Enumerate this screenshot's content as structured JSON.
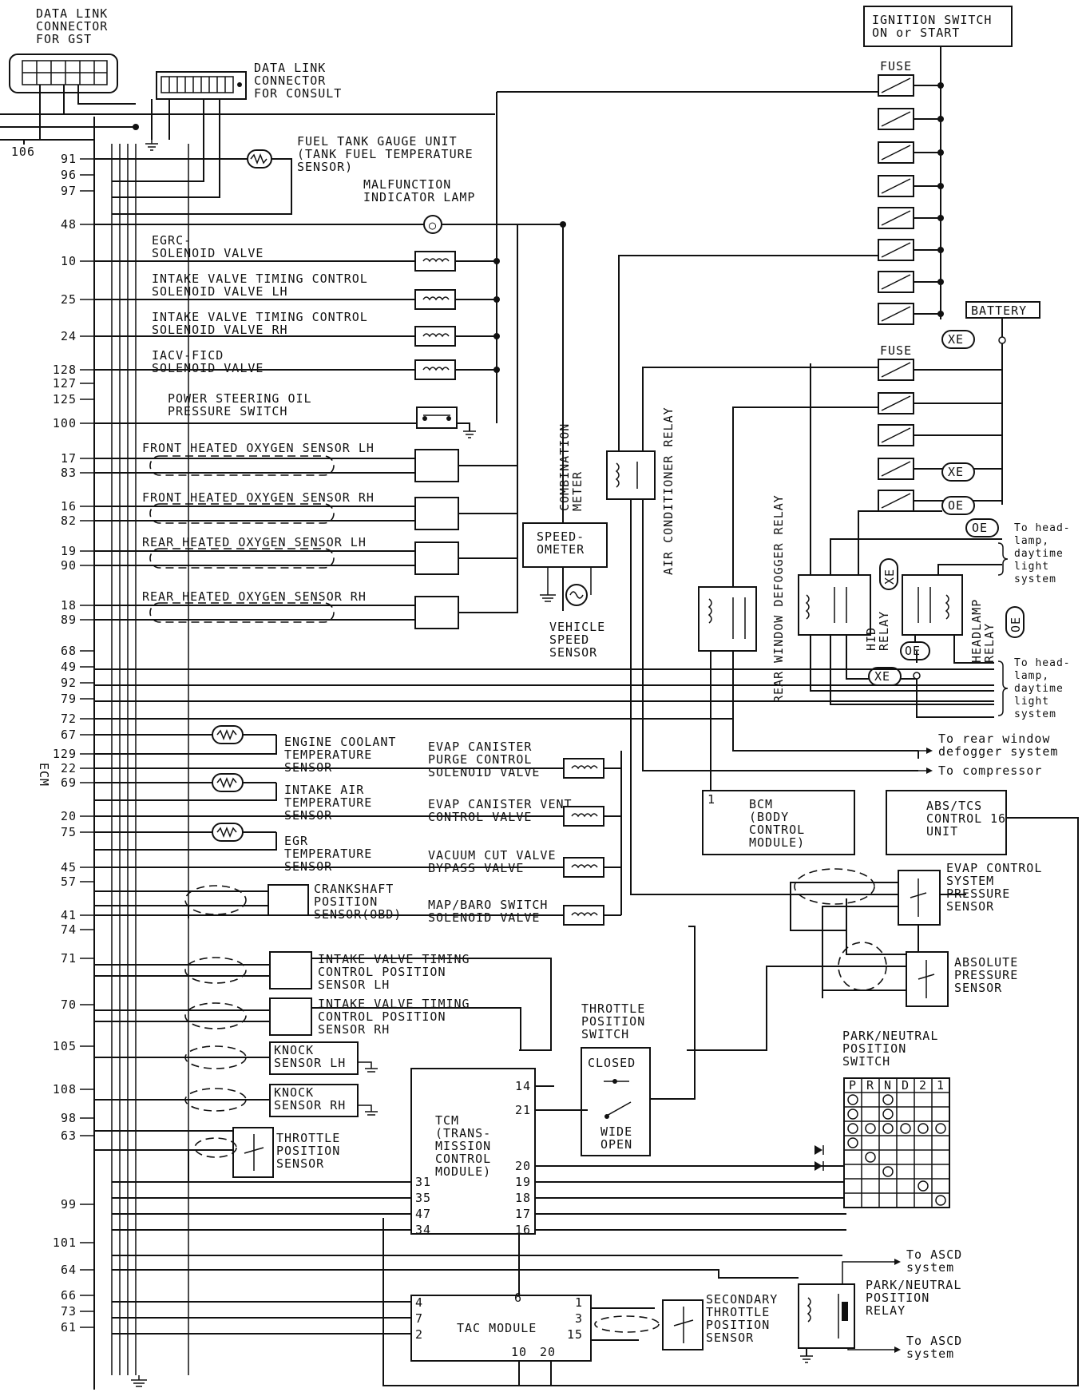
{
  "ecm_label": "ECM",
  "ecm_pins": [
    "106",
    "91",
    "96",
    "97",
    "48",
    "10",
    "25",
    "24",
    "128",
    "127",
    "125",
    "100",
    "17",
    "83",
    "16",
    "82",
    "19",
    "90",
    "18",
    "89",
    "68",
    "49",
    "92",
    "79",
    "72",
    "67",
    "129",
    "22",
    "69",
    "20",
    "75",
    "45",
    "57",
    "41",
    "74",
    "71",
    "70",
    "105",
    "108",
    "98",
    "63",
    "99",
    "101",
    "64",
    "66",
    "73",
    "61"
  ],
  "components": {
    "dlc_gst": "DATA LINK\nCONNECTOR\nFOR GST",
    "dlc_consult": "DATA LINK\nCONNECTOR\nFOR CONSULT",
    "ignition_switch": "IGNITION SWITCH\nON or START",
    "fuse_top": "FUSE",
    "fuse_mid": "FUSE",
    "battery": "BATTERY",
    "fuel_tank": "FUEL TANK GAUGE UNIT\n(TANK FUEL TEMPERATURE\nSENSOR)",
    "mil": "MALFUNCTION\nINDICATOR LAMP",
    "egrc": "EGRC-\nSOLENOID VALVE",
    "ivtc_lh": "INTAKE VALVE TIMING CONTROL\nSOLENOID VALVE LH",
    "ivtc_rh": "INTAKE VALVE TIMING CONTROL\nSOLENOID VALVE RH",
    "iacv": "IACV-FICD\nSOLENOID VALVE",
    "ps_switch": "POWER STEERING OIL\nPRESSURE SWITCH",
    "fho2_lh": "FRONT HEATED OXYGEN SENSOR LH",
    "fho2_rh": "FRONT HEATED OXYGEN SENSOR RH",
    "rho2_lh": "REAR HEATED OXYGEN SENSOR LH",
    "rho2_rh": "REAR HEATED OXYGEN SENSOR RH",
    "combination_meter": "COMBINATION\nMETER",
    "speedometer": "SPEED-\nOMETER",
    "vss": "VEHICLE\nSPEED\nSENSOR",
    "ac_relay": "AIR CONDITIONER RELAY",
    "rwd_relay": "REAR WINDOW DEFOGGER RELAY",
    "hid_relay": "HID\nRELAY",
    "headlamp_relay": "HEADLAMP\nRELAY",
    "xe": "XE",
    "oe": "OE",
    "to_headlamp": "To head-\nlamp,\ndaytime\nlight\nsystem",
    "to_rear_window": "To rear window\ndefogger system",
    "to_compressor": "To compressor",
    "ect": "ENGINE COOLANT\nTEMPERATURE\nSENSOR",
    "iat": "INTAKE AIR\nTEMPERATURE\nSENSOR",
    "egrt": "EGR\nTEMPERATURE\nSENSOR",
    "evap_purge": "EVAP CANISTER\nPURGE CONTROL\nSOLENOID VALVE",
    "evap_vent": "EVAP CANISTER VENT\nCONTROL VALVE",
    "vacuum_cut": "VACUUM CUT VALVE\nBYPASS VALVE",
    "ckp": "CRANKSHAFT\nPOSITION\nSENSOR(OBD)",
    "map_baro": "MAP/BARO SWITCH\nSOLENOID VALVE",
    "bcm": "BCM\n(BODY\nCONTROL\nMODULE)",
    "bcm_pin": "1",
    "abs": "ABS/TCS\nCONTROL\nUNIT",
    "abs_pin": "16",
    "evap_pressure": "EVAP CONTROL\nSYSTEM\nPRESSURE\nSENSOR",
    "abs_pressure": "ABSOLUTE\nPRESSURE\nSENSOR",
    "ivtcp_lh": "INTAKE VALVE TIMING\nCONTROL POSITION\nSENSOR LH",
    "ivtcp_rh": "INTAKE VALVE TIMING\nCONTROL POSITION\nSENSOR RH",
    "knock_lh": "KNOCK\nSENSOR LH",
    "knock_rh": "KNOCK\nSENSOR RH",
    "tps": "THROTTLE\nPOSITION\nSENSOR",
    "tp_switch": "THROTTLE\nPOSITION\nSWITCH",
    "closed": "CLOSED",
    "wide_open": "WIDE\nOPEN",
    "tcm": "TCM\n(TRANS-\nMISSION\nCONTROL\nMODULE)",
    "tcm_left_pins": [
      "31",
      "35",
      "47",
      "34"
    ],
    "tcm_right_pins": [
      "14",
      "21",
      "20",
      "19",
      "18",
      "17",
      "16"
    ],
    "pnp_switch": "PARK/NEUTRAL\nPOSITION\nSWITCH",
    "pnp_positions": [
      "P",
      "R",
      "N",
      "D",
      "2",
      "1"
    ],
    "tac": "TAC MODULE",
    "tac_pins": [
      "4",
      "7",
      "2",
      "6",
      "10",
      "20",
      "1",
      "3",
      "15"
    ],
    "stps": "SECONDARY\nTHROTTLE\nPOSITION\nSENSOR",
    "pnp_relay": "PARK/NEUTRAL\nPOSITION\nRELAY",
    "to_ascd": "To ASCD\nsystem"
  }
}
